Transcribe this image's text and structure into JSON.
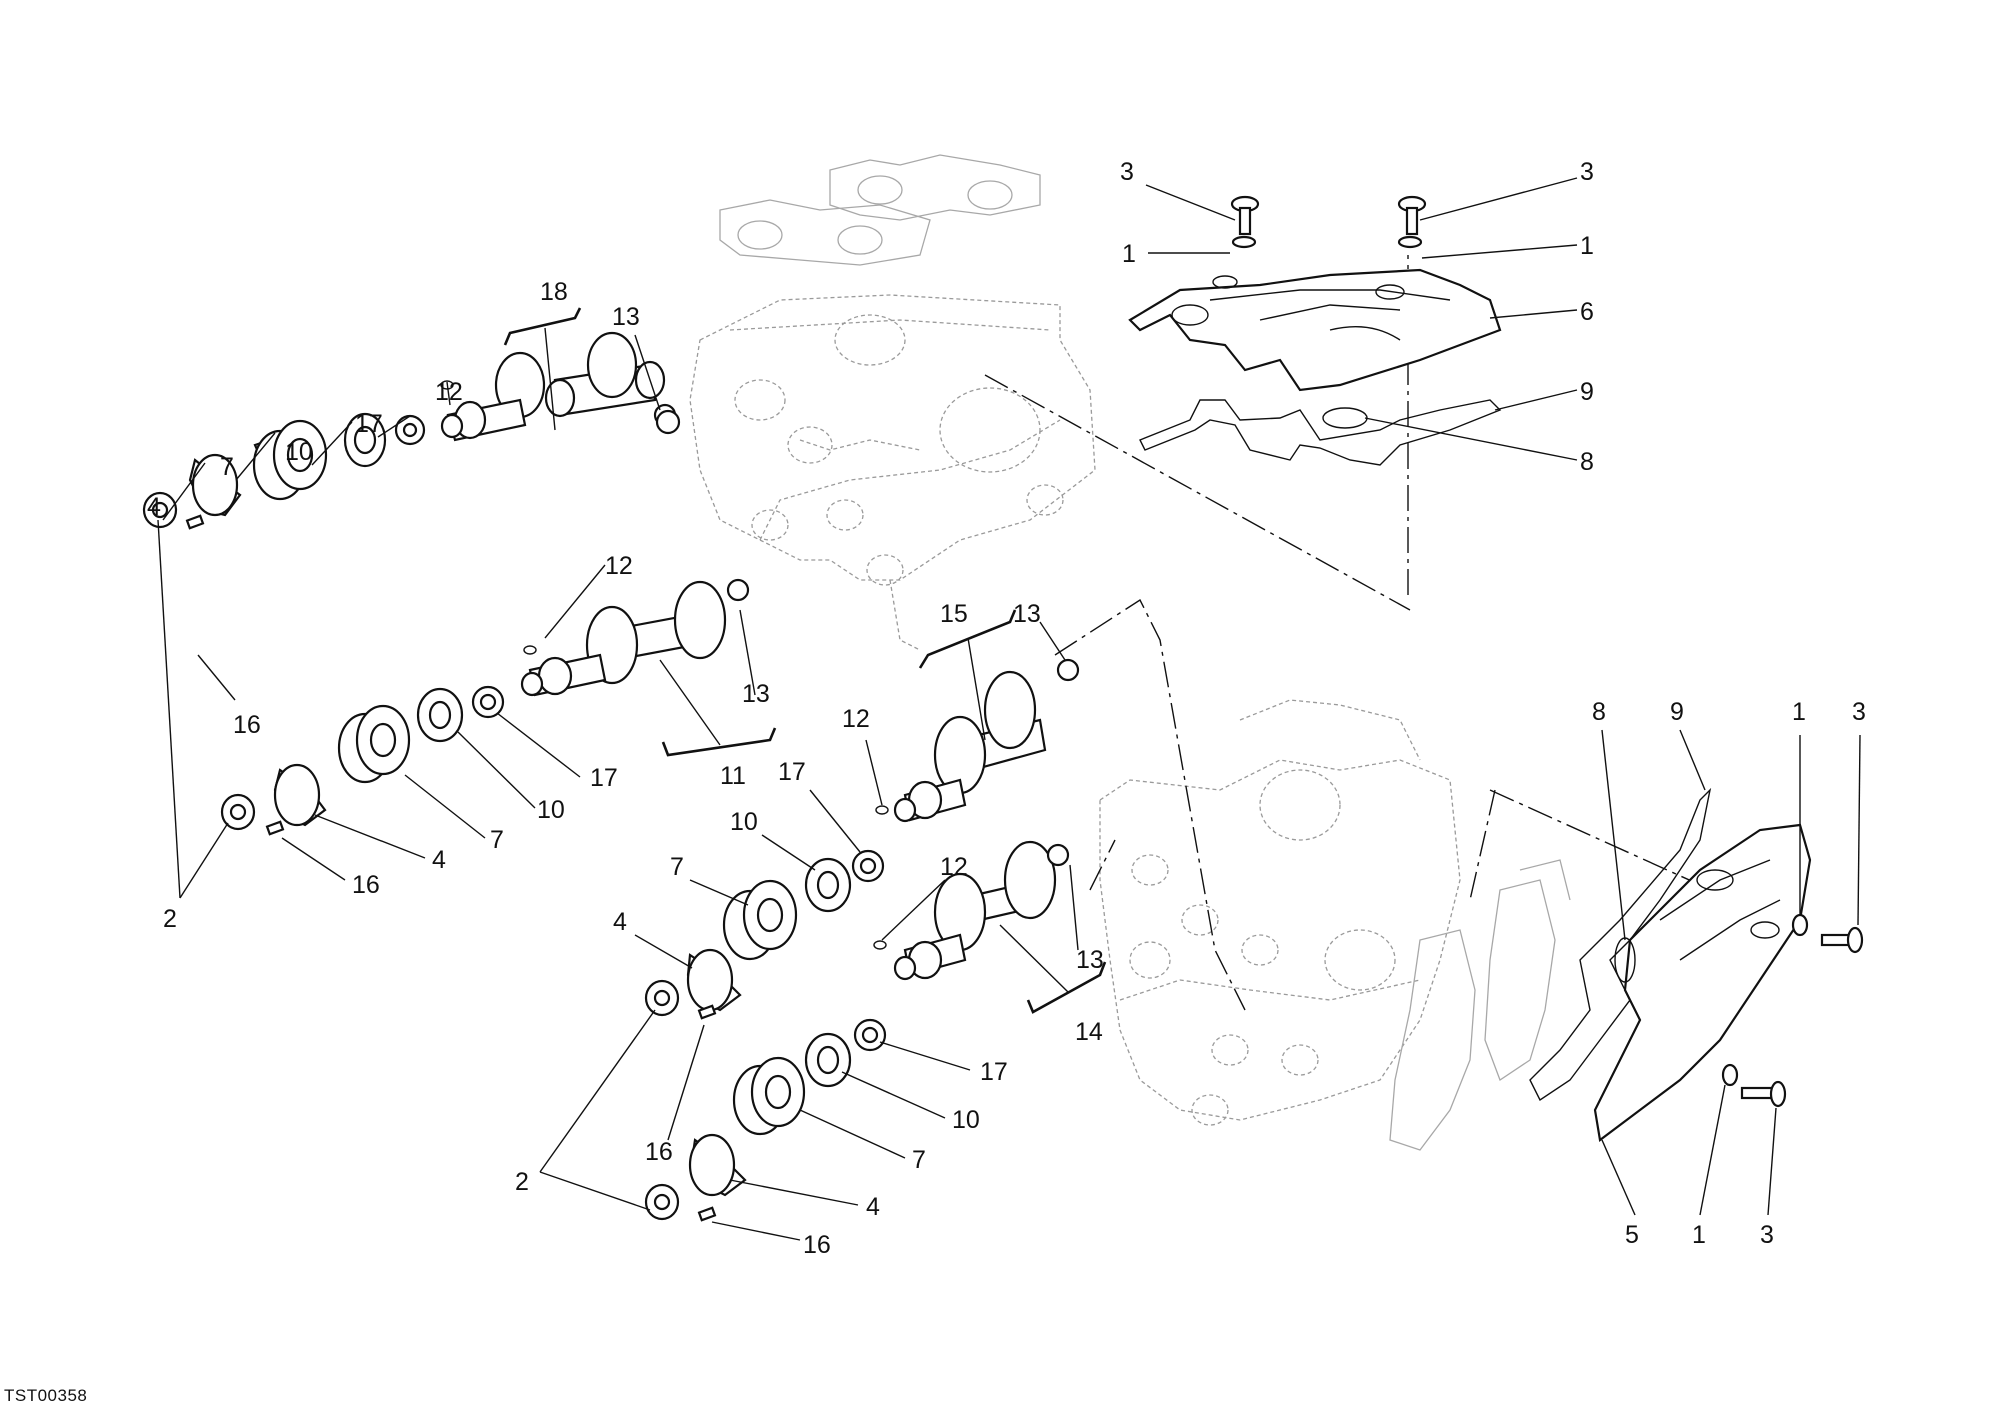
{
  "drawing": {
    "code": "TST00358"
  },
  "callouts": {
    "top_cover": {
      "screw_left": "3",
      "screw_right": "3",
      "washer_left": "1",
      "washer_right": "1",
      "cover": "6",
      "gasket": "9",
      "seal": "8"
    },
    "upper_assembly": {
      "shaft": "18",
      "oring": "13",
      "key": "12",
      "spacer": "17",
      "hub": "10",
      "pulley": "7",
      "washer": "4",
      "nut_bolt": "16"
    },
    "second_assembly": {
      "key": "12",
      "oring": "13",
      "shaft": "11",
      "spacer": "17",
      "hub": "10",
      "pulley": "7",
      "washer": "4",
      "nut_bolt": "16",
      "nut": "2"
    },
    "third_assembly": {
      "shaft": "15",
      "oring": "13",
      "key": "12",
      "spacer": "17",
      "hub": "10",
      "pulley": "7",
      "washer": "4",
      "nut_bolt": "16",
      "nut": "2"
    },
    "fourth_assembly": {
      "key": "12",
      "oring": "13",
      "shaft": "14",
      "spacer": "17",
      "hub": "10",
      "pulley": "7",
      "washer": "4",
      "nut_bolt": "16"
    },
    "side_cover": {
      "seal": "8",
      "gasket": "9",
      "washer_top": "1",
      "screw_top": "3",
      "cover": "5",
      "washer_bottom": "1",
      "screw_bottom": "3"
    }
  }
}
